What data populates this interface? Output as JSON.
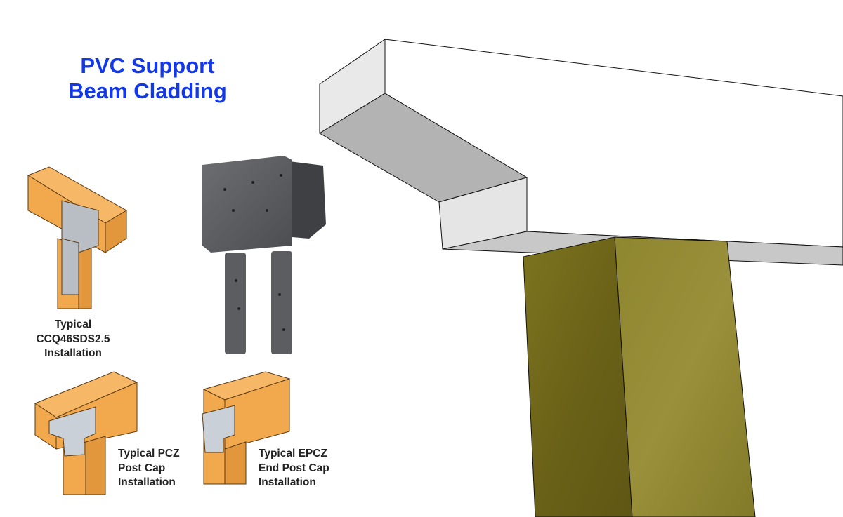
{
  "title": {
    "line1": "PVC Support",
    "line2": "Beam Cladding"
  },
  "captions": {
    "ccq": [
      "Typical",
      "CCQ46SDS2.5",
      "Installation"
    ],
    "pcz": [
      "Typical PCZ",
      "Post Cap",
      "Installation"
    ],
    "epcz": [
      "Typical EPCZ",
      "End Post Cap",
      "Installation"
    ]
  },
  "colors": {
    "title": "#1338e8",
    "wood": "#f2a94e",
    "post": "#8a8128",
    "metal": "#5a5b5e",
    "galv": "#c9d0d8"
  }
}
